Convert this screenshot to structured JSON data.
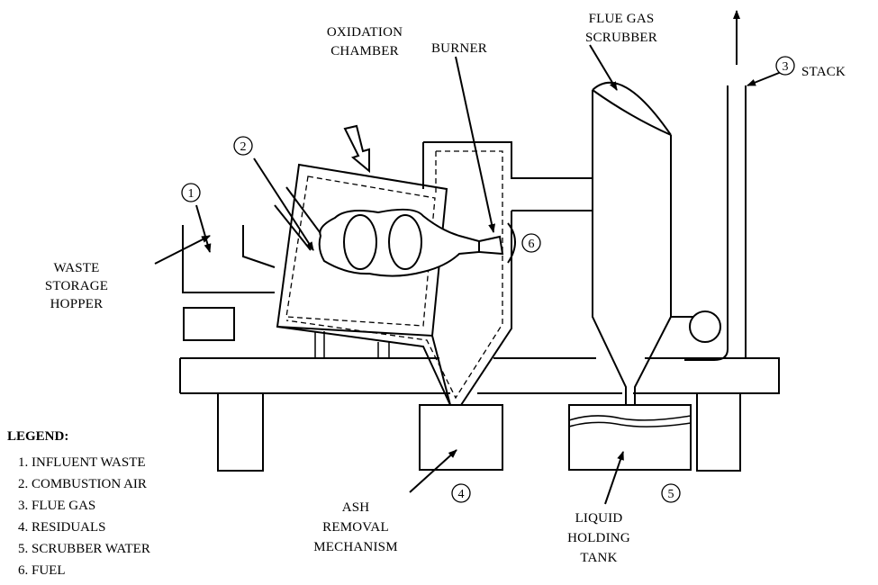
{
  "labels": {
    "oxidation_chamber": [
      "OXIDATION",
      "CHAMBER"
    ],
    "flue_gas_scrubber": [
      "FLUE GAS",
      "SCRUBBER"
    ],
    "burner": "BURNER",
    "stack": "STACK",
    "waste_storage_hopper": [
      "WASTE",
      "STORAGE",
      "HOPPER"
    ],
    "ash_removal_mechanism": [
      "ASH",
      "REMOVAL",
      "MECHANISM"
    ],
    "liquid_holding_tank": [
      "LIQUID",
      "HOLDING",
      "TANK"
    ]
  },
  "markers": [
    "1",
    "2",
    "3",
    "4",
    "5",
    "6"
  ],
  "legend": {
    "title": "LEGEND:",
    "items": [
      "1.  INFLUENT WASTE",
      "2.  COMBUSTION AIR",
      "3.  FLUE GAS",
      "4.  RESIDUALS",
      "5.  SCRUBBER WATER",
      "6.  FUEL"
    ]
  }
}
